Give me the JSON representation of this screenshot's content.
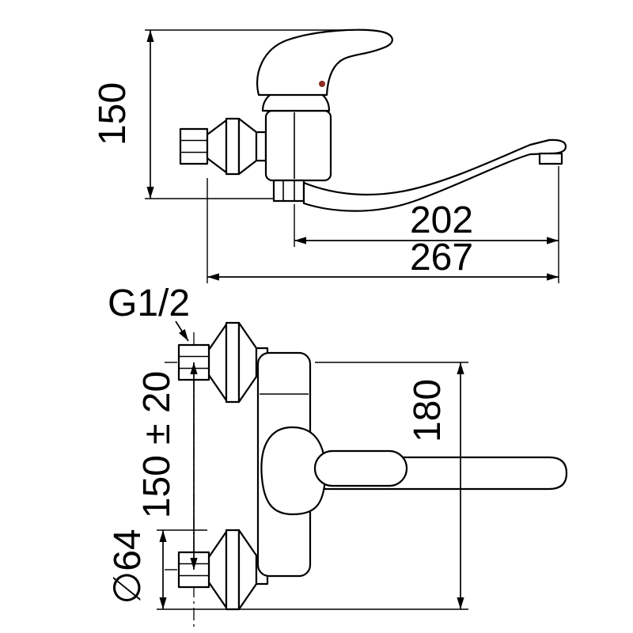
{
  "colors": {
    "line": "#000000",
    "background": "#ffffff",
    "handle_dot": "#8a2e21"
  },
  "top_view": {
    "height": "150",
    "spout_reach": "202",
    "overall_length": "267"
  },
  "front_view": {
    "thread": "G1/2",
    "center_distance": "150 ± 20",
    "mount_height": "180",
    "flange_diameter": "∅64"
  }
}
